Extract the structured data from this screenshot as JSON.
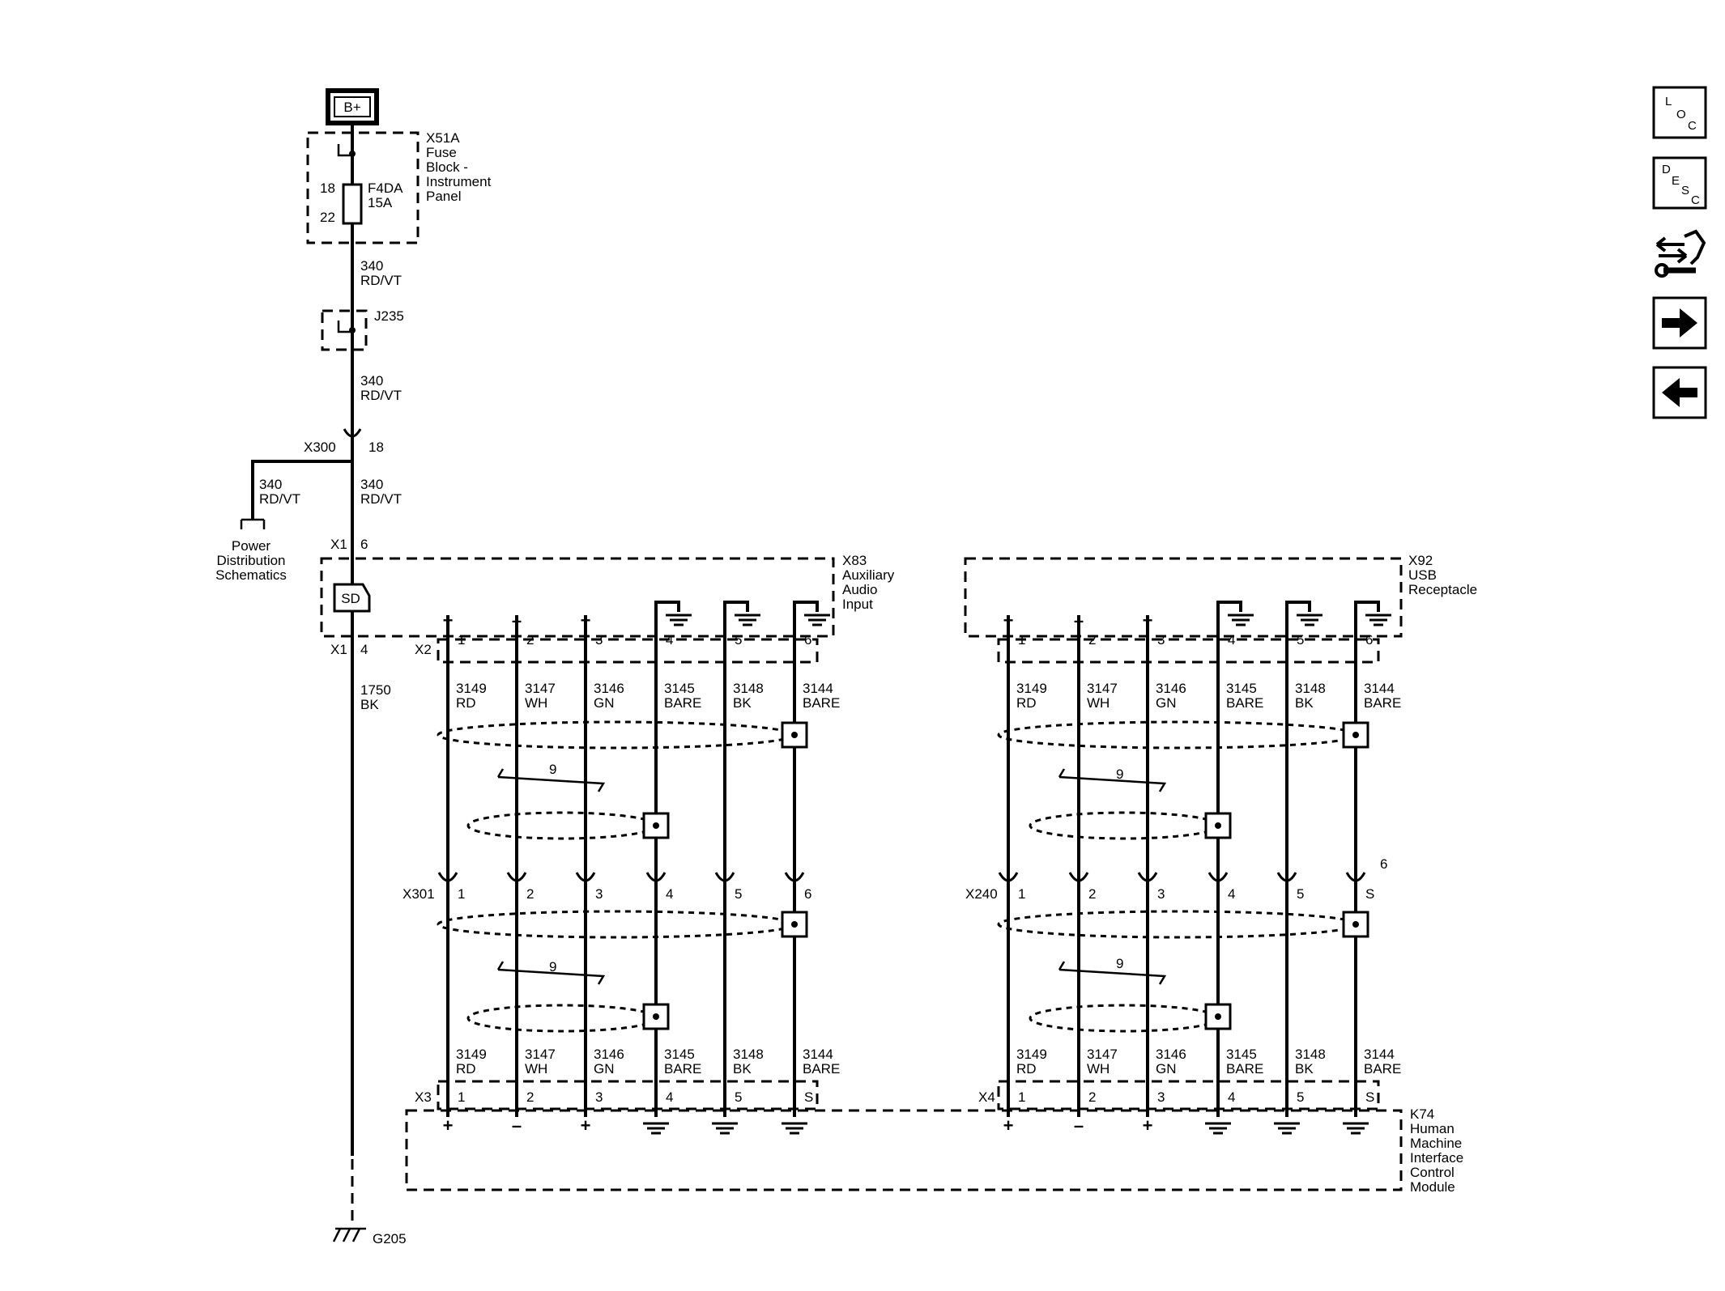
{
  "power": {
    "battery": "B+",
    "fuse_block": {
      "ref": "X51A",
      "name": [
        "Fuse",
        "Block -",
        "Instrument",
        "Panel"
      ],
      "pin_in": "18",
      "pin_out": "22",
      "fuse": "F4DA",
      "rating": "15A"
    },
    "j235": "J235",
    "x300": {
      "ref": "X300",
      "pin": "18"
    },
    "circuit": "340",
    "color": "RD/VT",
    "branch_label": [
      "Power",
      "Distribution",
      "Schematics"
    ],
    "x1_top": {
      "ref": "X1",
      "pin": "6"
    },
    "sd": "SD",
    "x1_bottom": {
      "ref": "X1",
      "pin": "4"
    },
    "ground_circuit": "1750",
    "ground_color": "BK",
    "ground": "G205"
  },
  "aux": {
    "ref": "X83",
    "name": [
      "Auxiliary",
      "Audio",
      "Input"
    ],
    "top_connector": "X2",
    "inline_connector": "X301",
    "bottom_connector": "X3",
    "top_pins": [
      "1",
      "2",
      "3",
      "4",
      "5",
      "6"
    ],
    "inline_pins": [
      "1",
      "2",
      "3",
      "4",
      "5",
      "6"
    ],
    "bottom_pins": [
      "1",
      "2",
      "3",
      "4",
      "5",
      "S"
    ],
    "twist": "9"
  },
  "usb": {
    "ref": "X92",
    "name": [
      "USB",
      "Receptacle"
    ],
    "inline_connector": "X240",
    "bottom_connector": "X4",
    "top_pins": [
      "1",
      "2",
      "3",
      "4",
      "5",
      "6"
    ],
    "inline_pins": [
      "1",
      "2",
      "3",
      "4",
      "5",
      "S"
    ],
    "inline_extra": "6",
    "bottom_pins": [
      "1",
      "2",
      "3",
      "4",
      "5",
      "S"
    ],
    "twist": "9"
  },
  "wires": [
    {
      "circuit": "3149",
      "color": "RD"
    },
    {
      "circuit": "3147",
      "color": "WH"
    },
    {
      "circuit": "3146",
      "color": "GN"
    },
    {
      "circuit": "3145",
      "color": "BARE"
    },
    {
      "circuit": "3148",
      "color": "BK"
    },
    {
      "circuit": "3144",
      "color": "BARE"
    }
  ],
  "polarity": {
    "plus": "+",
    "minus": "–"
  },
  "module": {
    "ref": "K74",
    "name": [
      "Human",
      "Machine",
      "Interface",
      "Control",
      "Module"
    ]
  },
  "nav": {
    "loc": [
      "L",
      "O",
      "C"
    ],
    "desc": [
      "D",
      "E",
      "S",
      "C"
    ],
    "icons": [
      "loc-icon",
      "desc-icon",
      "connector-service-icon",
      "arrow-right-icon",
      "arrow-left-icon"
    ]
  }
}
